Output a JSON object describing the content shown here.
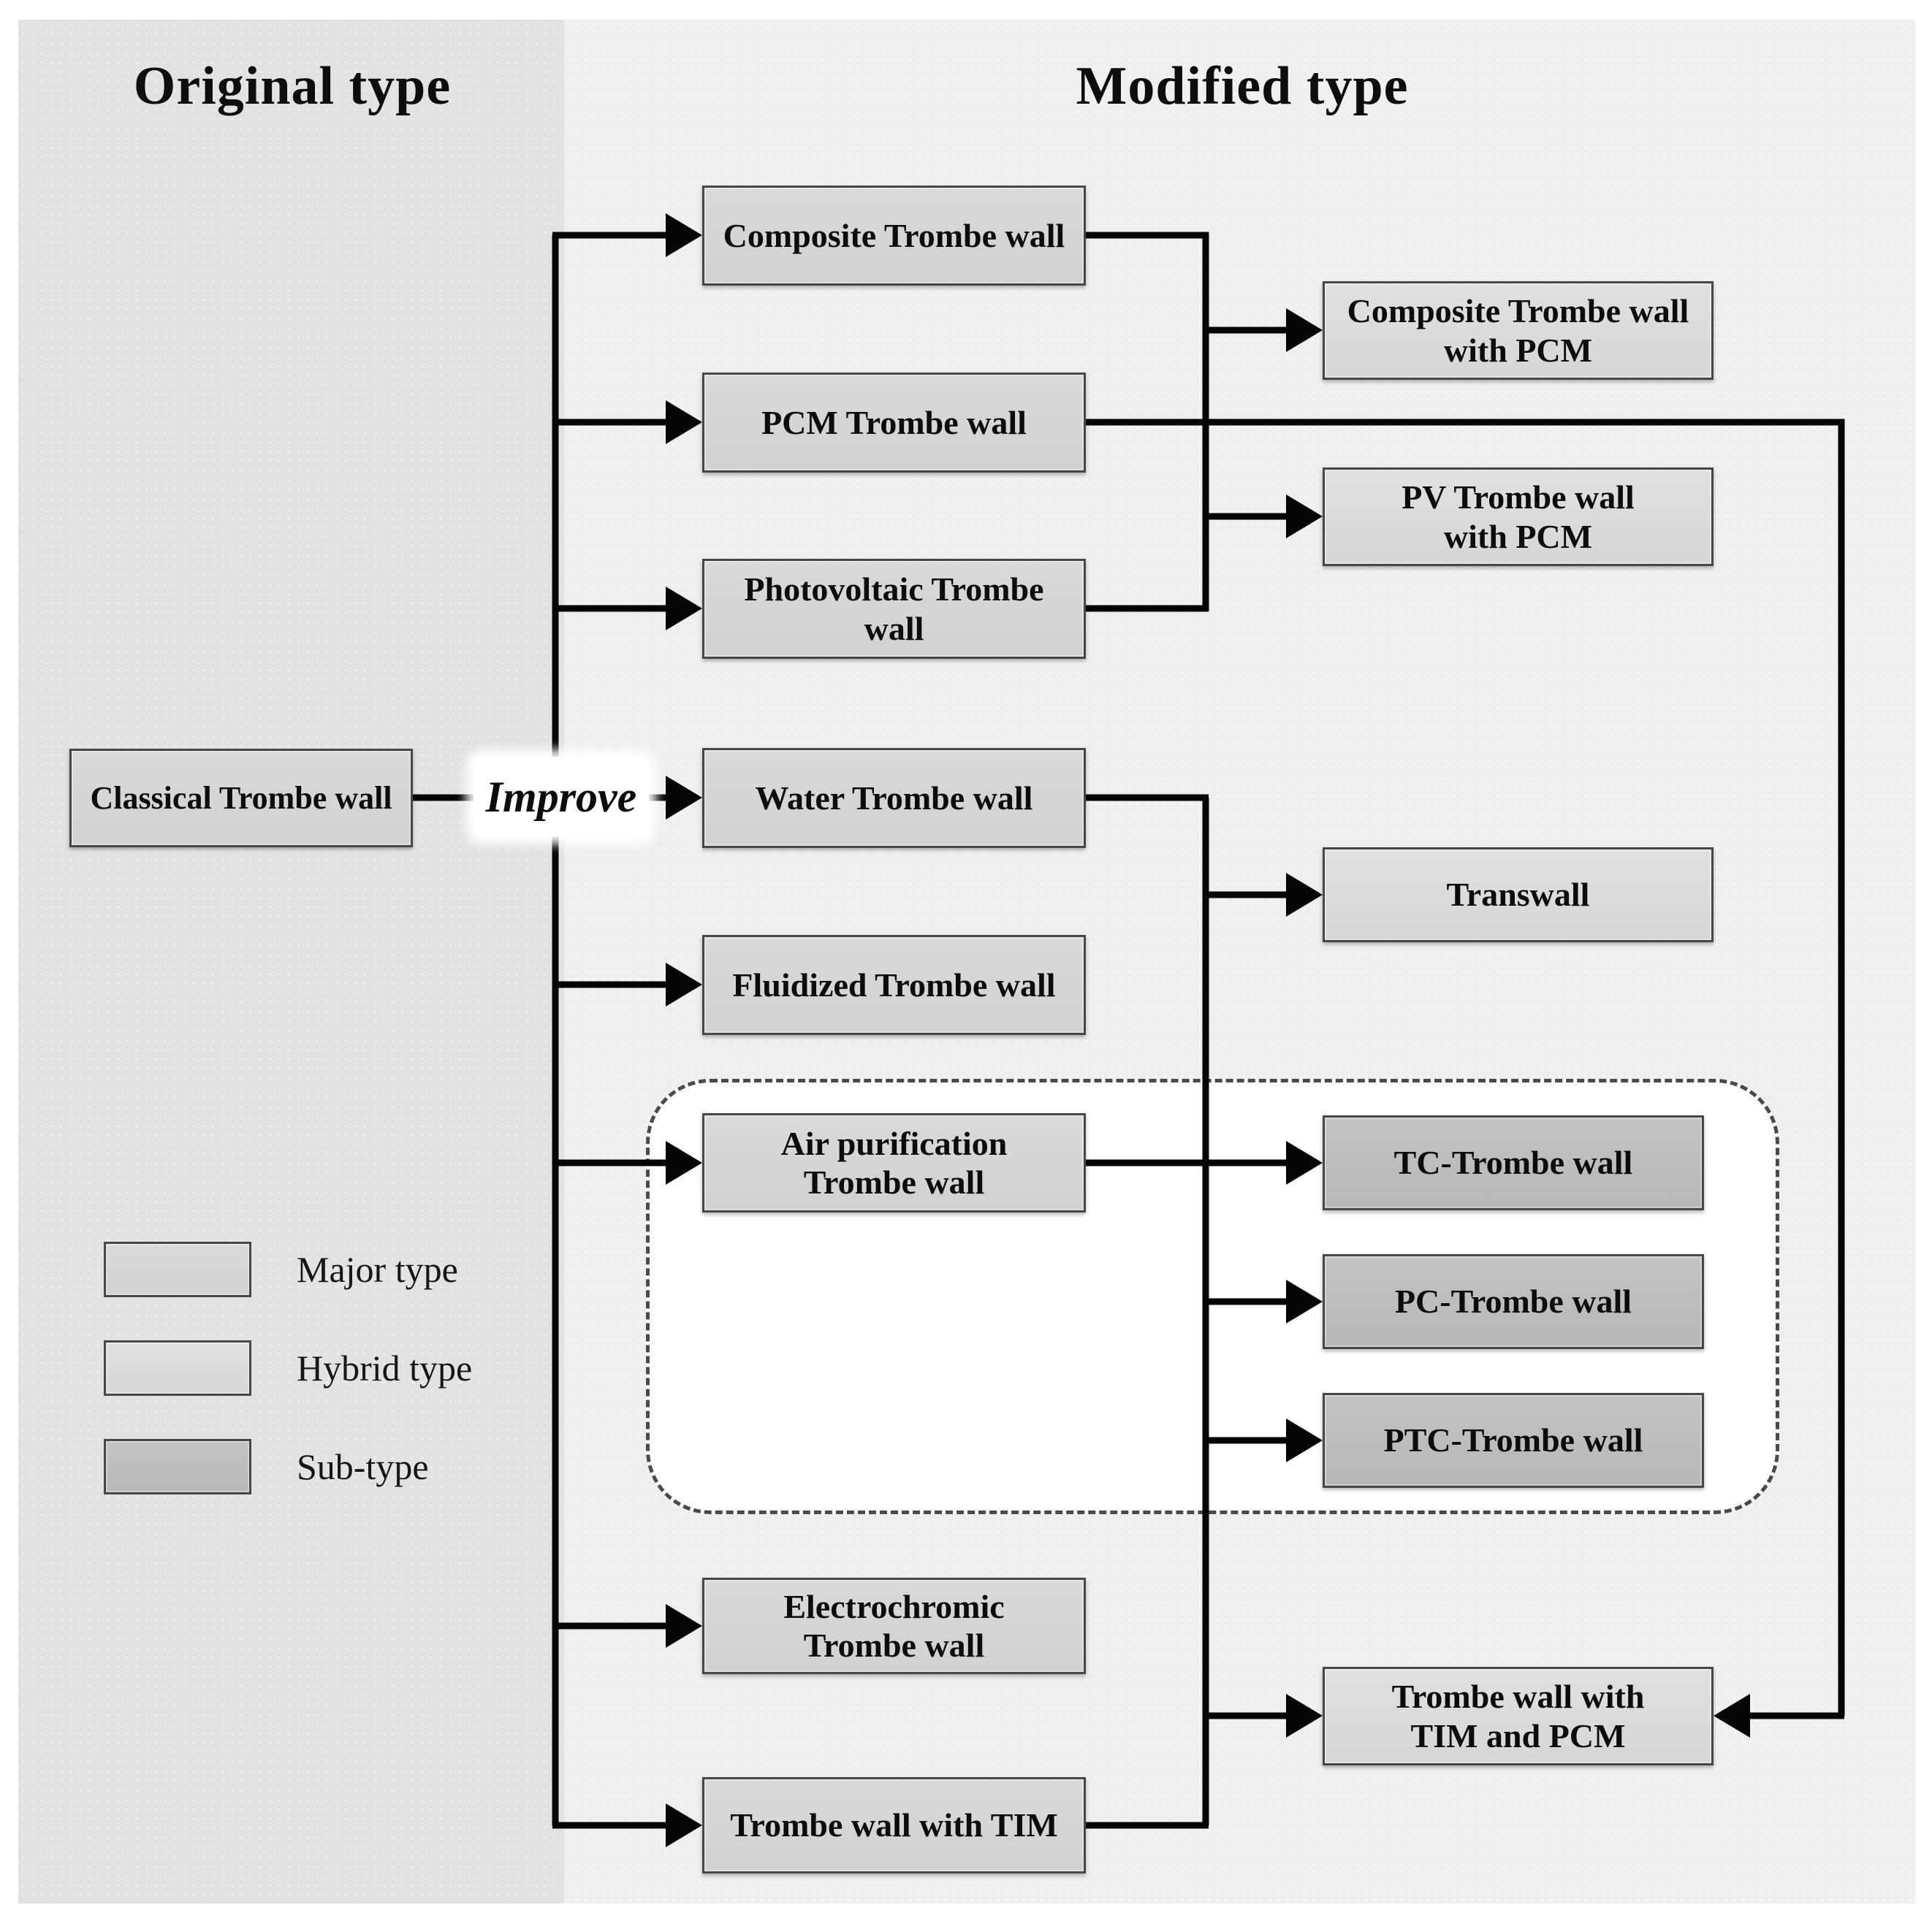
{
  "titles": {
    "left": "Original type",
    "right": "Modified type"
  },
  "edge_labels": {
    "improve": "Improve"
  },
  "nodes": {
    "classical": {
      "label": "Classical Trombe wall",
      "type": "major"
    },
    "composite": {
      "label": "Composite Trombe wall",
      "type": "major"
    },
    "pcm": {
      "label": "PCM Trombe wall",
      "type": "major"
    },
    "photovoltaic": {
      "label": "Photovoltaic Trombe wall",
      "type": "major"
    },
    "water": {
      "label": "Water Trombe wall",
      "type": "major"
    },
    "fluidized": {
      "label": "Fluidized Trombe wall",
      "type": "major"
    },
    "air_purification": {
      "label": "Air purification\nTrombe wall",
      "type": "major"
    },
    "electrochromic": {
      "label": "Electrochromic\nTrombe wall",
      "type": "major"
    },
    "tim": {
      "label": "Trombe wall with TIM",
      "type": "major"
    },
    "composite_pcm": {
      "label": "Composite Trombe wall\nwith PCM",
      "type": "hybrid"
    },
    "pv_pcm": {
      "label": "PV Trombe wall\nwith PCM",
      "type": "hybrid"
    },
    "transwall": {
      "label": "Transwall",
      "type": "hybrid"
    },
    "tc": {
      "label": "TC-Trombe wall",
      "type": "sub"
    },
    "pc": {
      "label": "PC-Trombe wall",
      "type": "sub"
    },
    "ptc": {
      "label": "PTC-Trombe wall",
      "type": "sub"
    },
    "tim_pcm": {
      "label": "Trombe wall with\nTIM and PCM",
      "type": "hybrid"
    }
  },
  "legend": {
    "major": "Major type",
    "hybrid": "Hybrid type",
    "sub": "Sub-type"
  },
  "colors": {
    "panel_left": "#e2e2e2",
    "panel_right": "#efefef",
    "major_fill": "#d6d6d6",
    "hybrid_fill": "#dcdcdc",
    "sub_fill": "#bdbdbd",
    "line": "#050505",
    "dashed_border": "#4a4a4a",
    "box_border": "#474747"
  }
}
